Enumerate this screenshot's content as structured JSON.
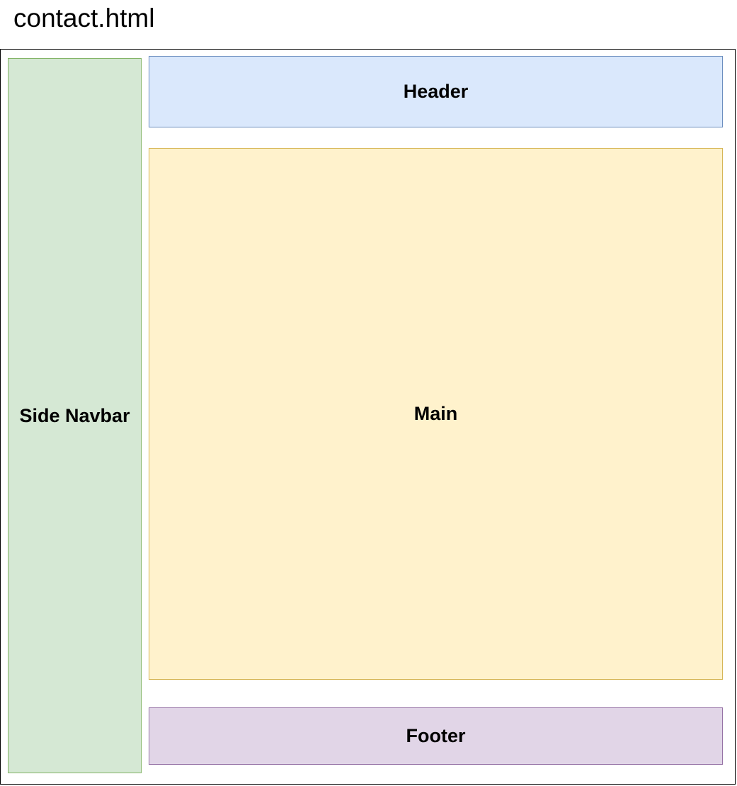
{
  "page": {
    "title": "contact.html"
  },
  "layout_blocks": {
    "side_navbar": {
      "label": "Side Navbar",
      "fill": "#d5e8d4",
      "stroke": "#82b366"
    },
    "header": {
      "label": "Header",
      "fill": "#dae8fc",
      "stroke": "#6c8ebf"
    },
    "main": {
      "label": "Main",
      "fill": "#fff2cc",
      "stroke": "#d6b656"
    },
    "footer": {
      "label": "Footer",
      "fill": "#e1d5e7",
      "stroke": "#9673a6"
    }
  }
}
